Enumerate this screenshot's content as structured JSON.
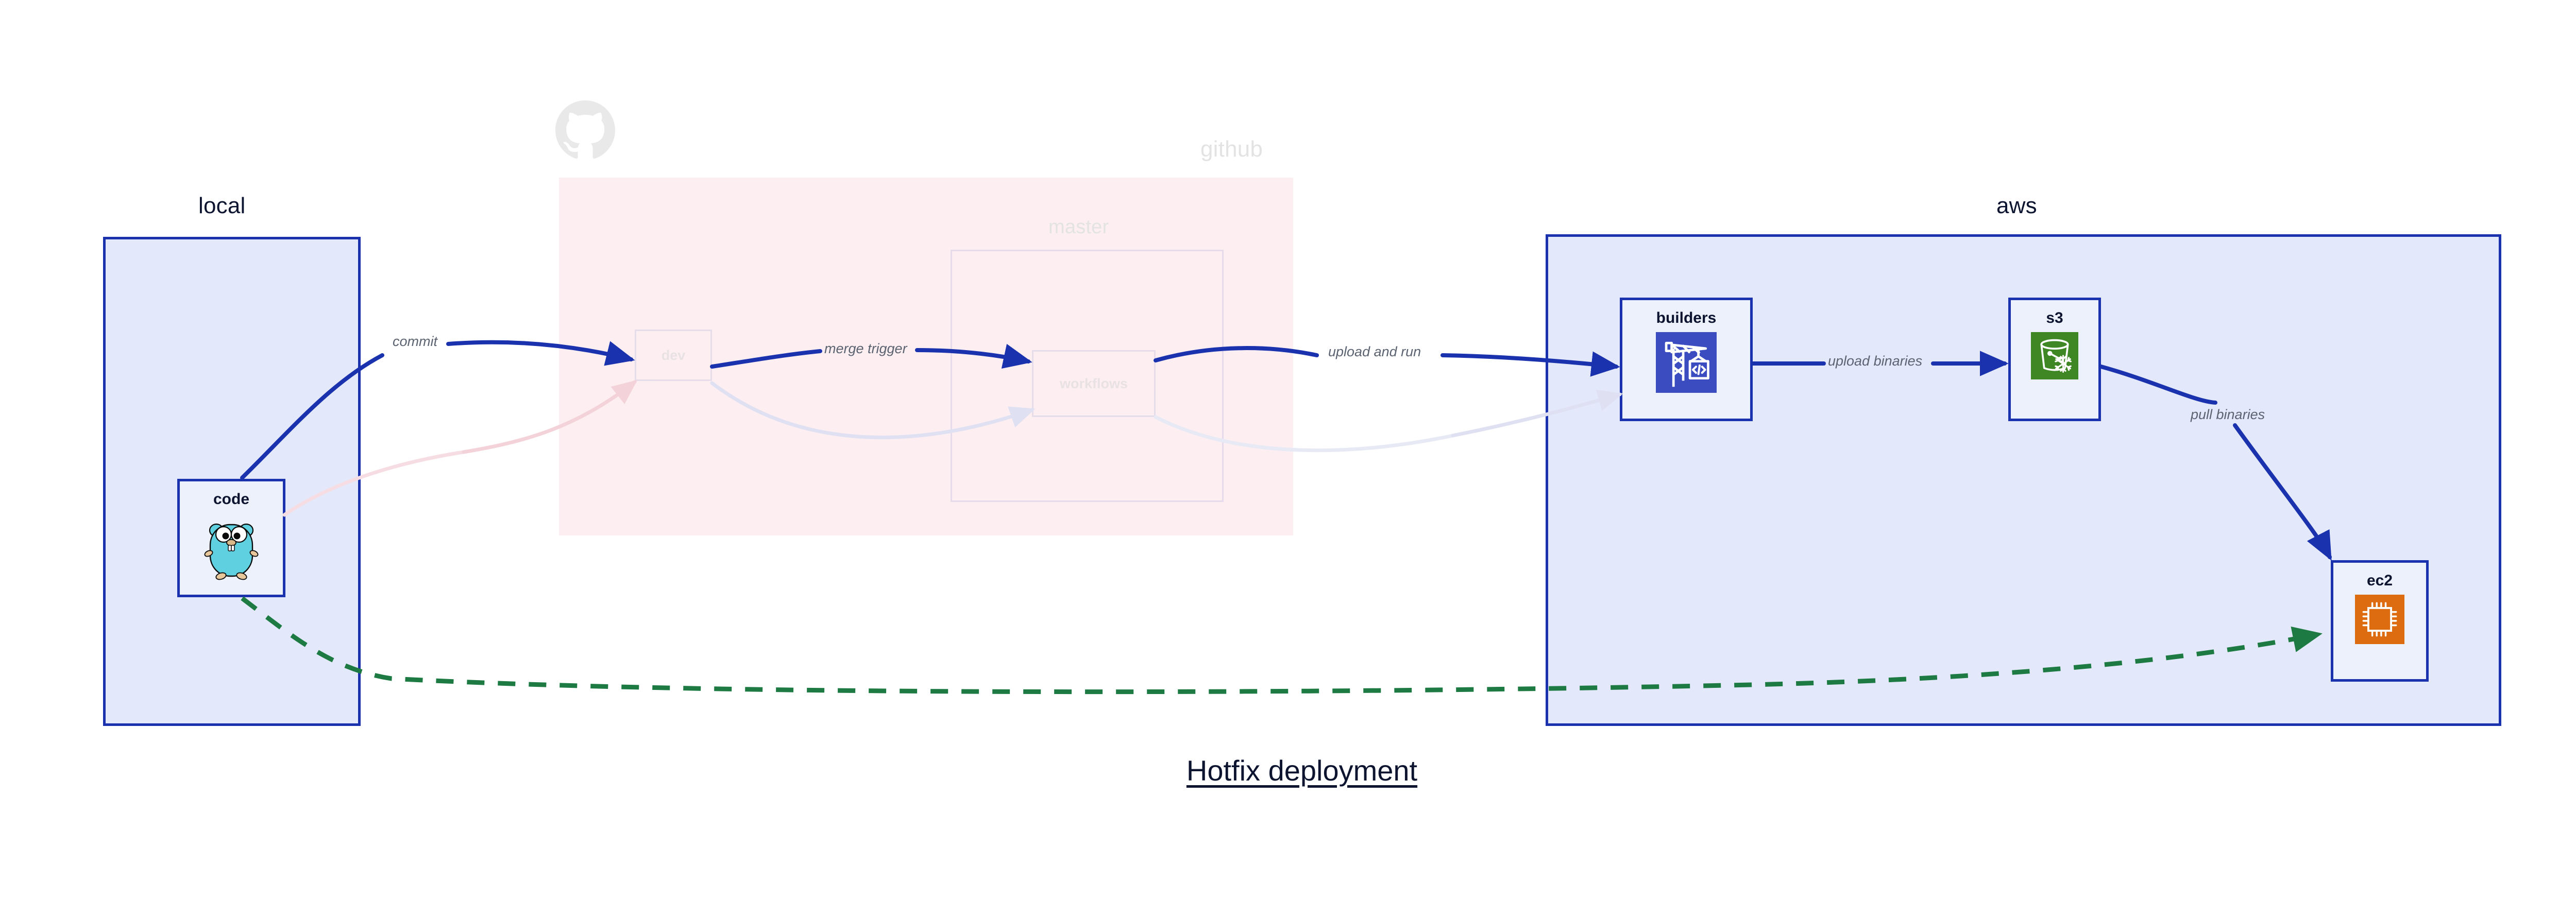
{
  "title": "Hotfix deployment",
  "colors": {
    "edge_blue": "#1a32ad",
    "edge_green": "#1d7a43",
    "cluster_border_blue": "#1a32ad",
    "cluster_fill_blue": "#e3e9fa",
    "cluster_fill_pink": "#fae3e9",
    "node_fill": "#edf1fc",
    "label_gray": "#5c6370",
    "text_dark": "#0d1430",
    "builders_icon_bg": "#3b4cc0",
    "s3_icon_bg": "#3f8624",
    "ec2_icon_bg": "#dd6b10",
    "gopher_body": "#5fd0df",
    "faded_gray": "#e3e3e3"
  },
  "clusters": [
    {
      "id": "local",
      "label": "local",
      "state": "active"
    },
    {
      "id": "github",
      "label": "github",
      "state": "faded"
    },
    {
      "id": "master",
      "label": "master",
      "state": "faded"
    },
    {
      "id": "aws",
      "label": "aws",
      "state": "active"
    }
  ],
  "nodes": [
    {
      "id": "code",
      "label": "code",
      "icon": "go-gopher-icon",
      "state": "active"
    },
    {
      "id": "dev",
      "label": "dev",
      "icon": "none",
      "state": "faded"
    },
    {
      "id": "workflows",
      "label": "workflows",
      "icon": "none",
      "state": "faded"
    },
    {
      "id": "builders",
      "label": "builders",
      "icon": "aws-codebuild-icon",
      "state": "active"
    },
    {
      "id": "s3",
      "label": "s3",
      "icon": "aws-s3-glacier-icon",
      "state": "active"
    },
    {
      "id": "ec2",
      "label": "ec2",
      "icon": "aws-ec2-chip-icon",
      "state": "active"
    }
  ],
  "edges": [
    {
      "id": "commit",
      "label": "commit",
      "from": "code",
      "to": "dev",
      "style": "solid-blue"
    },
    {
      "id": "merge-trigger",
      "label": "merge trigger",
      "from": "dev",
      "to": "workflows",
      "style": "solid-blue"
    },
    {
      "id": "upload-and-run",
      "label": "upload and run",
      "from": "workflows",
      "to": "builders",
      "style": "solid-blue"
    },
    {
      "id": "upload-binaries",
      "label": "upload binaries",
      "from": "builders",
      "to": "s3",
      "style": "solid-blue"
    },
    {
      "id": "pull-binaries",
      "label": "pull binaries",
      "from": "s3",
      "to": "ec2",
      "style": "solid-blue"
    },
    {
      "id": "hotfix-direct",
      "label": "",
      "from": "code",
      "to": "ec2",
      "style": "dashed-green"
    }
  ],
  "icon_names": {
    "octocat": "github-octocat-icon",
    "gopher": "go-gopher-icon",
    "codebuild": "aws-codebuild-crane-icon",
    "s3": "aws-s3-bucket-snowflake-icon",
    "ec2": "aws-ec2-chip-icon"
  }
}
